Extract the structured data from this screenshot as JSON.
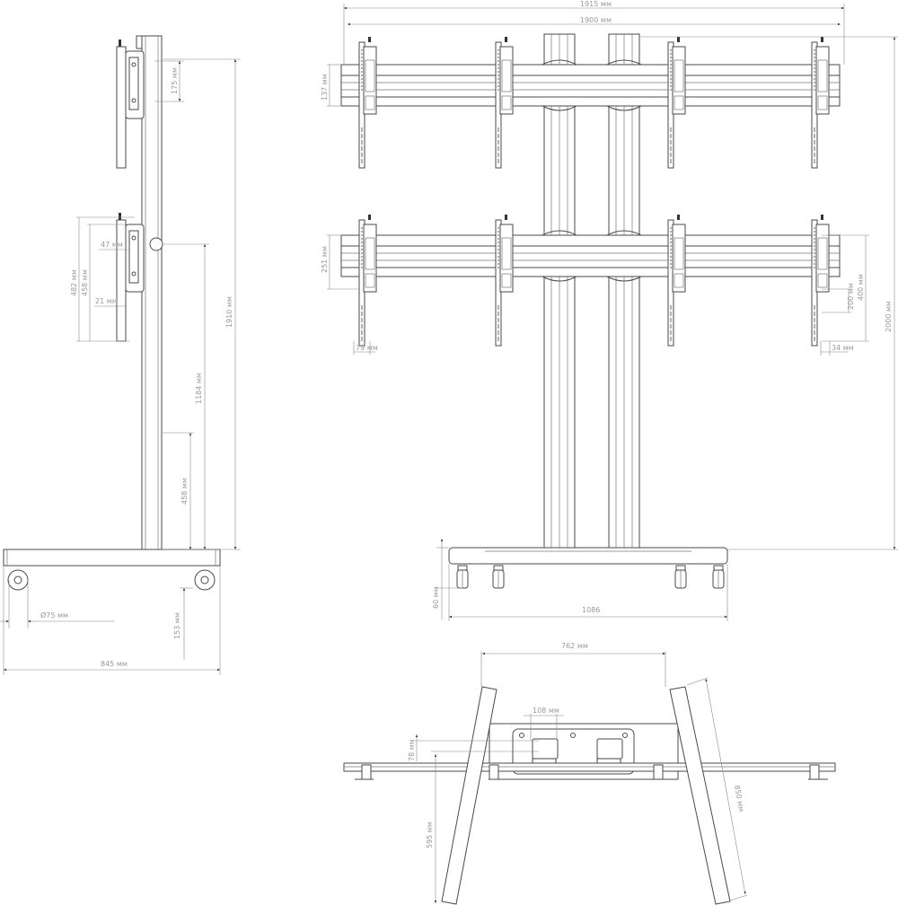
{
  "drawing": {
    "views": [
      "side-view",
      "front-view",
      "top-view"
    ],
    "side_view": {
      "dim_175": "175 мм",
      "dim_47": "47 мм",
      "dim_482": "482 мм",
      "dim_458_bracket": "458 мм",
      "dim_21": "21 мм",
      "dim_1910": "1910 мм",
      "dim_1184": "1184 мм",
      "dim_458_low": "458 мм",
      "dim_d75": "Ø75 мм",
      "dim_153": "153 мм",
      "dim_845": "845 мм"
    },
    "front_view": {
      "dim_1915": "1915 мм",
      "dim_1900": "1900 мм",
      "dim_137": "137 мм",
      "dim_251": "251 мм",
      "dim_79": "79 мм",
      "dim_200": "200 мм",
      "dim_400": "400 мм",
      "dim_34": "34 мм",
      "dim_2000": "2000 мм",
      "dim_60": "60 мм",
      "dim_1086": "1086"
    },
    "top_view": {
      "dim_762": "762 мм",
      "dim_108": "108 мм",
      "dim_78": "78 мм",
      "dim_595": "595 мм",
      "dim_850": "850 мм"
    }
  }
}
